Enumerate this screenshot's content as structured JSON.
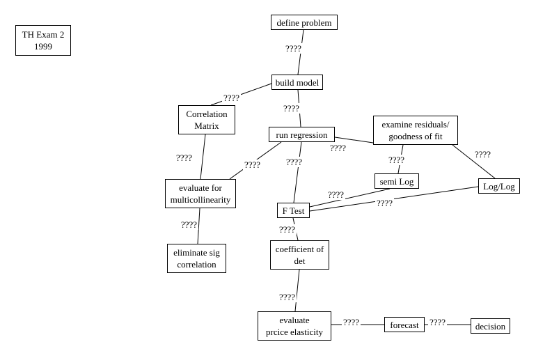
{
  "title_box": {
    "line1": "TH Exam 2",
    "line2": "1999"
  },
  "colors": {
    "background": "#ffffff",
    "box_border": "#000000",
    "line": "#000000",
    "text": "#000000"
  },
  "nodes": [
    {
      "id": "define-problem",
      "line1": "define problem"
    },
    {
      "id": "build-model",
      "line1": "build model"
    },
    {
      "id": "correlation-matrix",
      "line1": "Correlation",
      "line2": "Matrix"
    },
    {
      "id": "run-regression",
      "line1": "run regression"
    },
    {
      "id": "examine-residuals",
      "line1": "examine residuals/",
      "line2": "goodness of fit"
    },
    {
      "id": "semi-log",
      "line1": "semi Log"
    },
    {
      "id": "log-log",
      "line1": "Log/Log"
    },
    {
      "id": "evaluate-multicollinearity",
      "line1": "evaluate for",
      "line2": "multicollinearity"
    },
    {
      "id": "f-test",
      "line1": "F Test"
    },
    {
      "id": "eliminate-sig-correlation",
      "line1": "eliminate sig",
      "line2": "correlation"
    },
    {
      "id": "coefficient-of-det",
      "line1": "coefficient of",
      "line2": "det"
    },
    {
      "id": "evaluate-price-elasticity",
      "line1": "evaluate",
      "line2": "prcice elasticity"
    },
    {
      "id": "forecast",
      "line1": "forecast"
    },
    {
      "id": "decision",
      "line1": "decision"
    }
  ],
  "edges": [
    {
      "id": "define-problem-to-build-model",
      "label": "????"
    },
    {
      "id": "build-model-to-correlation-matrix",
      "label": "????"
    },
    {
      "id": "build-model-to-run-regression",
      "label": "????"
    },
    {
      "id": "run-regression-to-examine-residuals",
      "label": "????"
    },
    {
      "id": "correlation-matrix-to-evaluate-multicollinearity",
      "label": "????"
    },
    {
      "id": "run-regression-to-evaluate-multicollinearity",
      "label": "????"
    },
    {
      "id": "run-regression-to-f-test",
      "label": "????"
    },
    {
      "id": "examine-residuals-to-semi-log",
      "label": "????"
    },
    {
      "id": "examine-residuals-to-log-log",
      "label": "????"
    },
    {
      "id": "semi-log-to-f-test",
      "label": "????"
    },
    {
      "id": "log-log-to-f-test",
      "label": "????"
    },
    {
      "id": "evaluate-multicollinearity-to-eliminate-sig-correlation",
      "label": "????"
    },
    {
      "id": "f-test-to-coefficient-of-det",
      "label": "????"
    },
    {
      "id": "coefficient-of-det-to-evaluate-price-elasticity",
      "label": "????"
    },
    {
      "id": "evaluate-price-elasticity-to-forecast",
      "label": "????"
    },
    {
      "id": "forecast-to-decision",
      "label": "????"
    }
  ]
}
